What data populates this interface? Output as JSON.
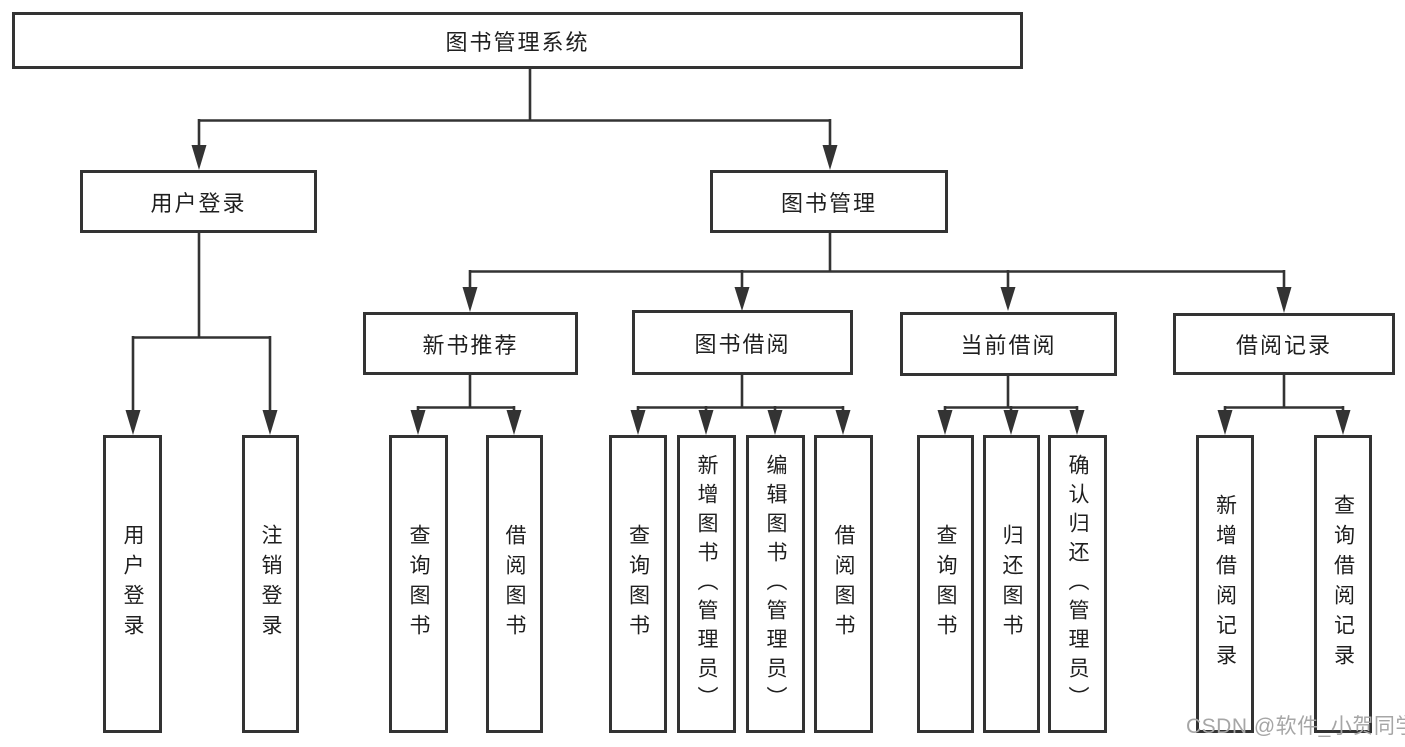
{
  "title": "图书管理系统",
  "watermark": "CSDN @软件_小贺同学",
  "colors": {
    "line": "#333333",
    "text": "#1f1f1f",
    "box_background": "#ffffff",
    "watermark": "#a6a6a6"
  },
  "nodes": {
    "root": "图书管理系统",
    "user_branch": "用户登录",
    "mgmt_branch": "图书管理",
    "new_books": "新书推荐",
    "book_borrow": "图书借阅",
    "current_borrow": "当前借阅",
    "borrow_records": "借阅记录",
    "user_leaves": [
      "用户登录",
      "注销登录"
    ],
    "new_books_leaves": [
      "查询图书",
      "借阅图书"
    ],
    "book_borrow_leaves": [
      "查询图书",
      "新增图书（管理员）",
      "编辑图书（管理员）",
      "借阅图书"
    ],
    "current_borrow_leaves": [
      "查询图书",
      "归还图书",
      "确认归还（管理员）"
    ],
    "borrow_records_leaves": [
      "新增借阅记录",
      "查询借阅记录"
    ]
  }
}
